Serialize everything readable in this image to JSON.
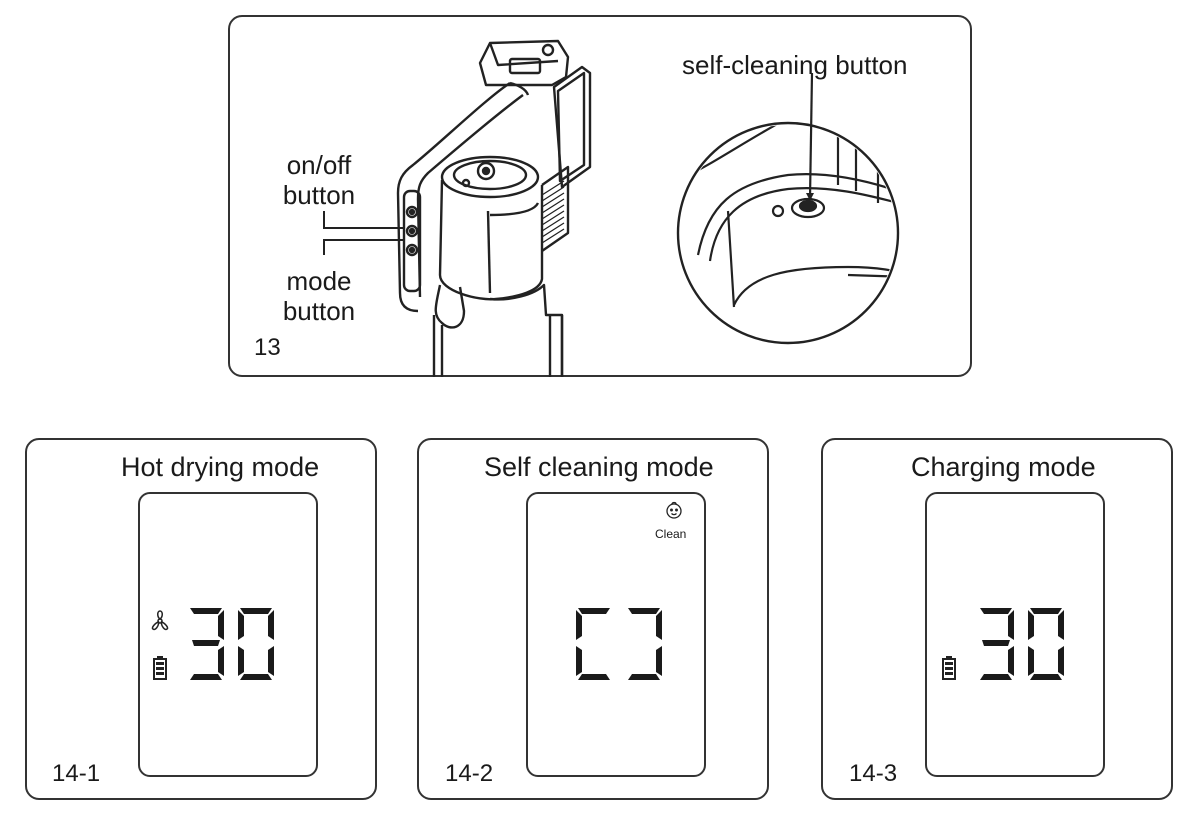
{
  "figure13": {
    "number": "13",
    "onoff_label_line1": "on/off",
    "onoff_label_line2": "button",
    "mode_label_line1": "mode",
    "mode_label_line2": "button",
    "selfclean_label": "self-cleaning button"
  },
  "panels": [
    {
      "number": "14-1",
      "title": "Hot drying mode",
      "display_value": "30",
      "icons": [
        "fan-icon",
        "battery-icon"
      ]
    },
    {
      "number": "14-2",
      "title": "Self cleaning mode",
      "display_value": "C]",
      "icons": [
        "baby-clean-icon"
      ],
      "clean_label": "Clean"
    },
    {
      "number": "14-3",
      "title": "Charging mode",
      "display_value": "30",
      "icons": [
        "battery-icon"
      ]
    }
  ]
}
